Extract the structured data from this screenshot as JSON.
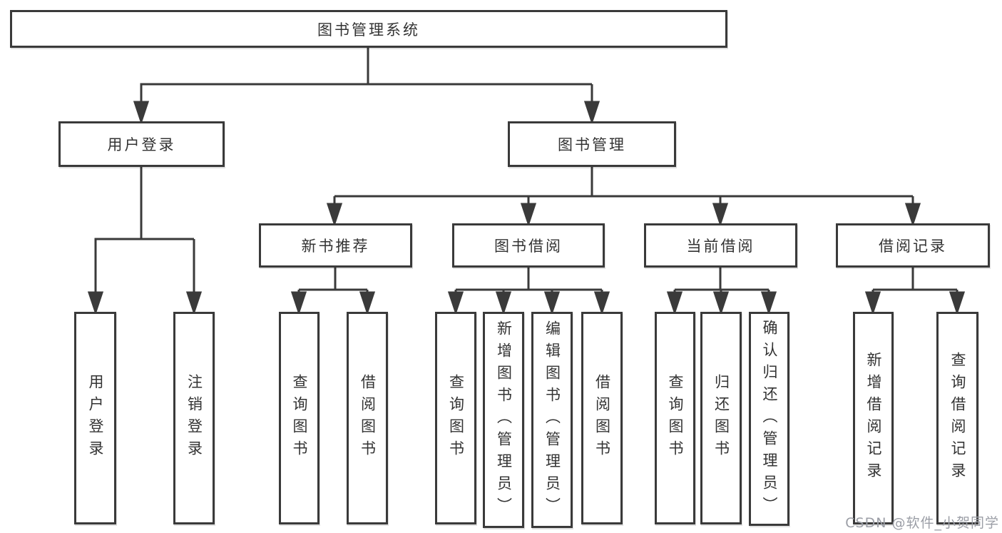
{
  "diagram": {
    "title_note": "functional structure tree",
    "root": {
      "label": "图书管理系统"
    },
    "level2": [
      {
        "label": "用户登录"
      },
      {
        "label": "图书管理"
      }
    ],
    "level3": [
      {
        "label": "新书推荐"
      },
      {
        "label": "图书借阅"
      },
      {
        "label": "当前借阅"
      },
      {
        "label": "借阅记录"
      }
    ],
    "leaves": [
      {
        "label": "用户登录"
      },
      {
        "label": "注销登录"
      },
      {
        "label": "查询图书"
      },
      {
        "label": "借阅图书"
      },
      {
        "label": "查询图书"
      },
      {
        "label": "新增图书（管理员）"
      },
      {
        "label": "编辑图书（管理员）"
      },
      {
        "label": "借阅图书"
      },
      {
        "label": "查询图书"
      },
      {
        "label": "归还图书"
      },
      {
        "label": "确认归还（管理员）"
      },
      {
        "label": "新增借阅记录"
      },
      {
        "label": "查询借阅记录"
      }
    ],
    "watermark": "CSDN @软件_小贺同学",
    "colors": {
      "line": "#3a3a3a",
      "text": "#333333",
      "box_fill": "#ffffff",
      "watermark": "#9b9ea6"
    }
  }
}
